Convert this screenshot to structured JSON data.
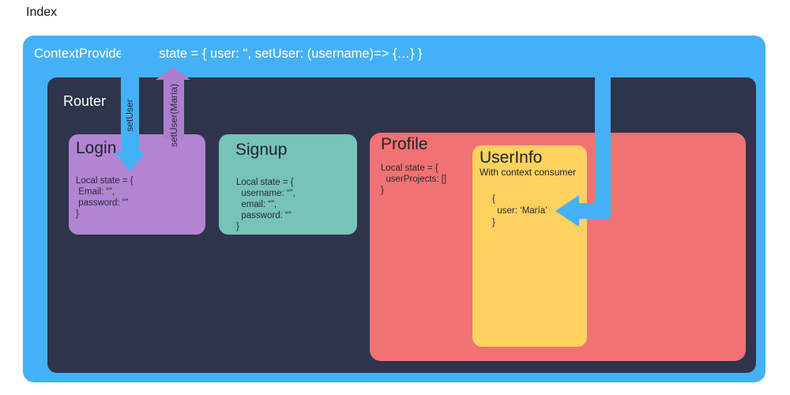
{
  "page": {
    "title": "Index"
  },
  "provider": {
    "name": "ContextProvider",
    "state": "state = { user: '', setUser: (username)=> {…} }"
  },
  "router": {
    "name": "Router"
  },
  "components": {
    "login": {
      "title": "Login",
      "code": "Local state = {\n Email: “”,\n password: “”\n}"
    },
    "signup": {
      "title": "Signup",
      "code": "Local state = {\n  username: “”,\n  email: “”,\n  password: “”\n}"
    },
    "profile": {
      "title": "Profile",
      "code": "Local state = {\n  userProjects: []\n}"
    },
    "userinfo": {
      "title": "UserInfo",
      "subtitle": "With context consumer",
      "code": "{\n  user: ‘María’\n}"
    }
  },
  "arrows": {
    "set_user_down": {
      "label": "setUser",
      "direction": "down",
      "from": "ContextProvider",
      "to": "Login"
    },
    "set_user_up": {
      "label": "setUser(María)",
      "direction": "up",
      "from": "Login",
      "to": "ContextProvider"
    },
    "context_to_consumer": {
      "label": "",
      "direction": "down-left",
      "from": "ContextProvider",
      "to": "UserInfo"
    }
  },
  "colors": {
    "provider_blue": "#44b1f7",
    "router_navy": "#2e344c",
    "login_purple": "#b284d2",
    "signup_teal": "#77c3b5",
    "profile_coral": "#f17272",
    "userinfo_yellow": "#ffd15e",
    "arrow_blue": "#44b1f7",
    "arrow_purple": "#ae7ecd"
  }
}
